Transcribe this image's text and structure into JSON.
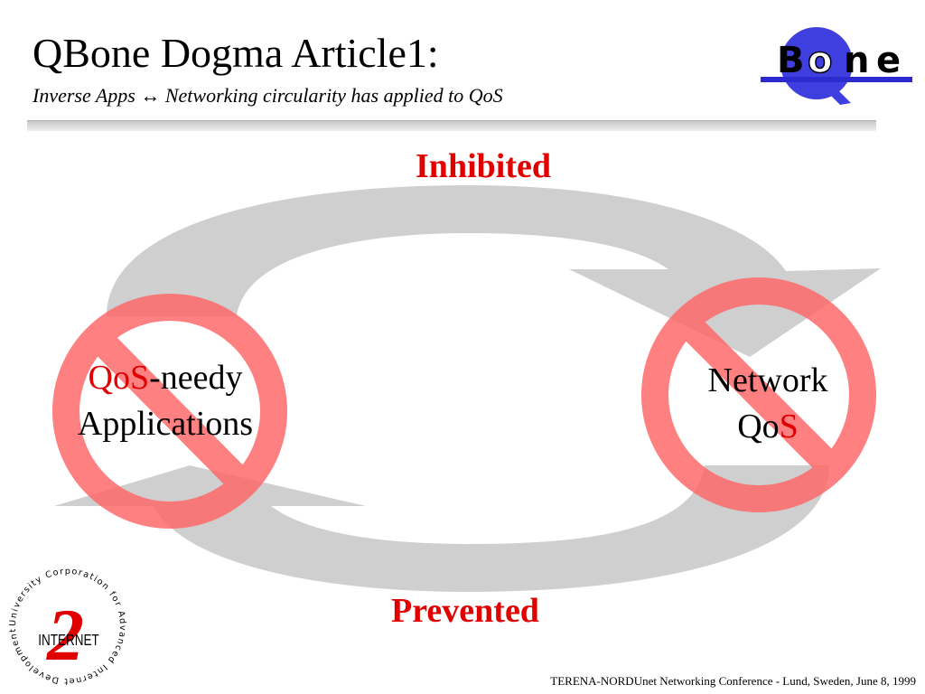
{
  "slide": {
    "title": "QBone Dogma Article1:",
    "subtitle": "Inverse Apps ↔ Networking circularity has applied to QoS",
    "footer": "TERENA-NORDUnet Networking Conference - Lund, Sweden, June 8, 1999"
  },
  "logo_qbone": {
    "letters": [
      "B",
      "o",
      "n",
      "e"
    ],
    "accent": "#3f3fe0"
  },
  "logo_i2": {
    "ring_text": "University Corporation for Advanced Internet Development",
    "numeral": "2",
    "word": "INTERNET"
  },
  "diagram": {
    "top_label": "Inhibited",
    "bottom_label": "Prevented",
    "left_node": {
      "qos": "QoS",
      "rest_line1": "-needy",
      "line2": "Applications"
    },
    "right_node": {
      "line1": "Network",
      "line2_prefix": "Qo",
      "line2_red": "S"
    },
    "colors": {
      "arrow": "#cfcfcf",
      "prohibit": "#ff6a6a",
      "label": "#e00000"
    }
  }
}
